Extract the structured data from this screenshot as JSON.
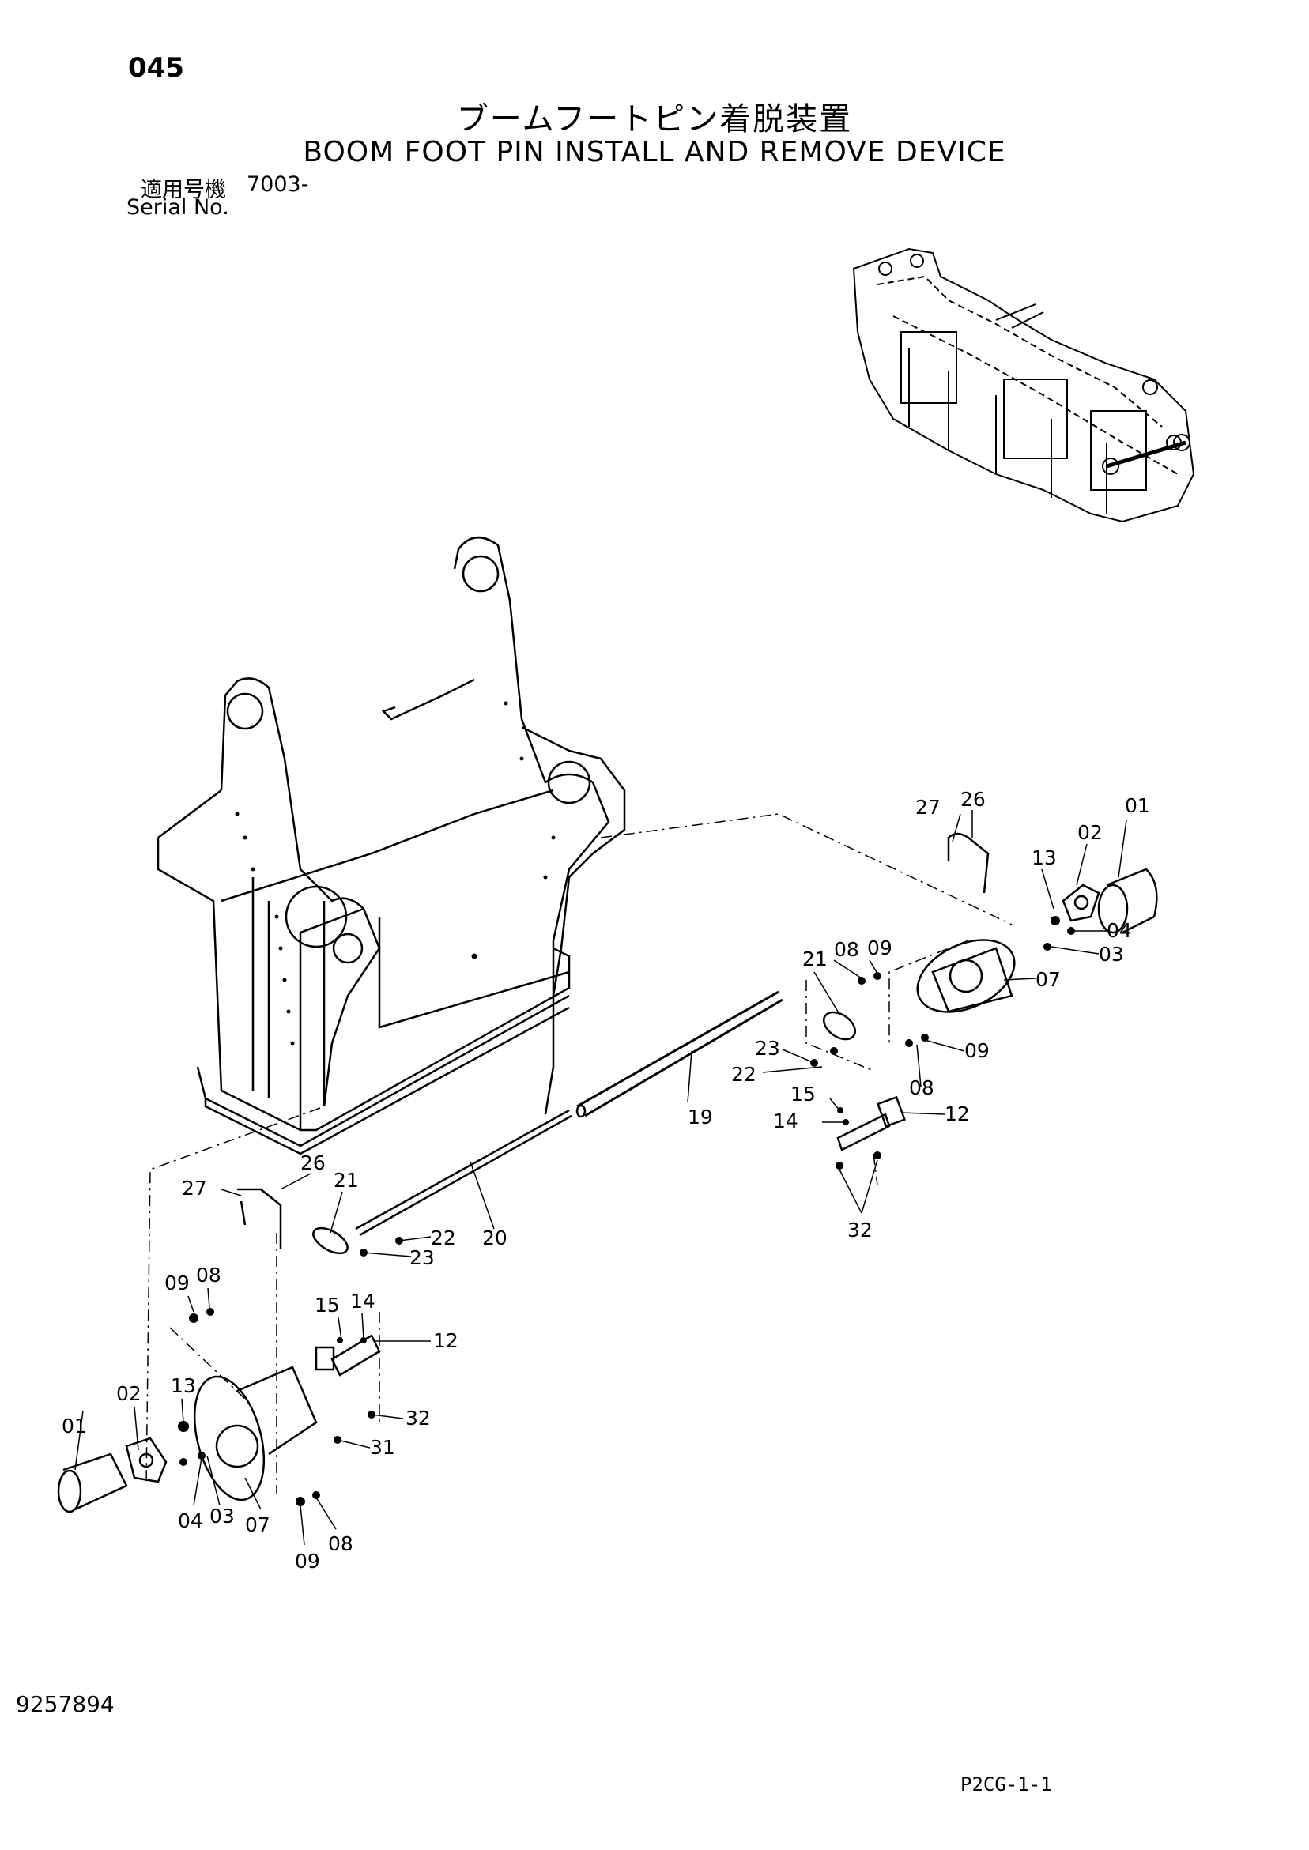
{
  "header": {
    "page_number": "045",
    "title_jp": "ブームフートピン着脱装置",
    "title_en": "BOOM FOOT PIN INSTALL AND REMOVE DEVICE",
    "serial_label_jp": "適用号機",
    "serial_value": "7003-",
    "serial_label_en": "Serial No."
  },
  "footer": {
    "document_number": "9257894",
    "sheet_code": "P2CG-1-1"
  },
  "callouts": {
    "r01": "01",
    "r02": "02",
    "r13": "13",
    "r04": "04",
    "r03": "03",
    "r27": "27",
    "r26": "26",
    "r08": "08",
    "r09": "09",
    "r21": "21",
    "r07": "07",
    "r23": "23",
    "r09b": "09",
    "r22": "22",
    "r08b": "08",
    "r19": "19",
    "r15": "15",
    "r14": "14",
    "r12": "12",
    "r32": "32",
    "l26": "26",
    "l27": "27",
    "l21": "21",
    "l22": "22",
    "l23": "23",
    "l20": "20",
    "l09": "09",
    "l08": "08",
    "l15": "15",
    "l14": "14",
    "l12": "12",
    "l02": "02",
    "l13": "13",
    "l32": "32",
    "l31": "31",
    "l01": "01",
    "l04": "04",
    "l03": "03",
    "l07": "07",
    "l09b": "09",
    "l08b": "08"
  }
}
